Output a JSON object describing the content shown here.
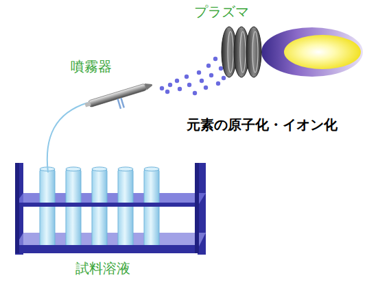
{
  "diagram": {
    "labels": [
      "プラズマ",
      "噴霧器",
      "元素の原子化・イオン化",
      "試料溶液"
    ]
  }
}
